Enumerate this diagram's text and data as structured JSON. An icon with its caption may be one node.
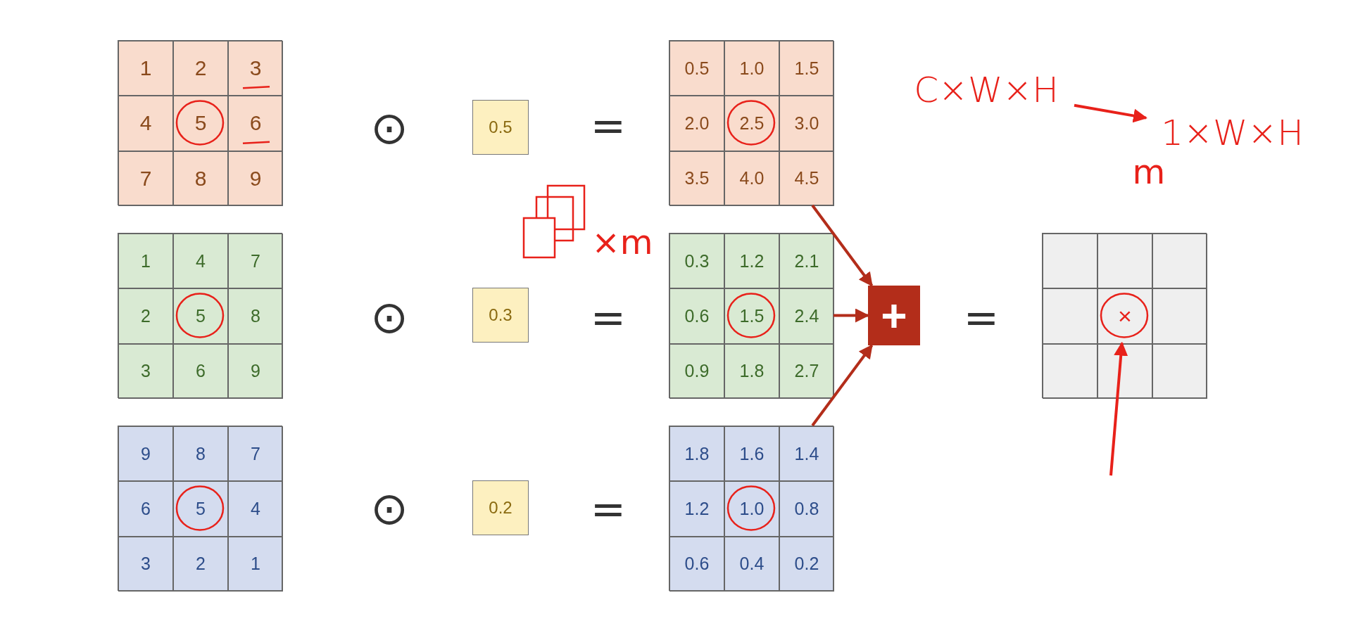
{
  "diagram": {
    "nodes": [
      {
        "text": [],
        "shape": "box"
      },
      {
        "text": [
          "1"
        ],
        "in": 0
      },
      {
        "text": [
          "2"
        ],
        "in": 0
      },
      {
        "text": [
          "3"
        ],
        "in": 0
      },
      {
        "text": [
          "4"
        ],
        "in": 0
      },
      {
        "text": [
          "5"
        ],
        "in": 0
      },
      {
        "text": [
          "6"
        ],
        "in": 0
      },
      {
        "text": [
          "7"
        ],
        "in": 0
      },
      {
        "text": [
          "8"
        ],
        "in": 0
      },
      {
        "text": [
          "9"
        ],
        "in": 0
      },
      {
        "text": [
          "0.5"
        ]
      },
      {
        "text": [],
        "shape": "box"
      },
      {
        "text": [
          "0.5"
        ],
        "in": 11
      },
      {
        "text": [
          "1.0"
        ],
        "in": 11
      },
      {
        "text": [
          "1.5"
        ],
        "in": 11
      },
      {
        "text": [
          "2.0"
        ],
        "in": 11
      },
      {
        "text": [
          "2.5"
        ],
        "in": 11
      },
      {
        "text": [
          "3.0"
        ],
        "in": 11
      },
      {
        "text": [
          "3.5"
        ],
        "in": 11
      },
      {
        "text": [
          "4.0"
        ],
        "in": 11
      },
      {
        "text": [
          "4.5"
        ],
        "in": 11
      },
      {
        "text": [
          "C×W×H"
        ]
      },
      {
        "text": [
          "1×W×H"
        ]
      },
      {
        "text": [],
        "shape": "box"
      },
      {
        "text": [
          "1"
        ],
        "in": 23
      },
      {
        "text": [
          "4"
        ],
        "in": 23
      },
      {
        "text": [
          "7"
        ],
        "in": 23
      },
      {
        "text": [
          "2"
        ],
        "in": 23
      },
      {
        "text": [
          "5"
        ],
        "in": 23
      },
      {
        "text": [
          "8"
        ],
        "in": 23
      },
      {
        "text": [
          "3"
        ],
        "in": 23
      },
      {
        "text": [
          "6"
        ],
        "in": 23
      },
      {
        "text": [
          "9"
        ],
        "in": 23
      },
      {
        "text": [
          "0.3"
        ]
      },
      {
        "text": [],
        "shape": "box"
      },
      {
        "text": [
          "0.3"
        ],
        "in": 34
      },
      {
        "text": [
          "1.2"
        ],
        "in": 34
      },
      {
        "text": [
          "2.1"
        ],
        "in": 34
      },
      {
        "text": [
          "0.6"
        ],
        "in": 34
      },
      {
        "text": [
          "1.5"
        ],
        "in": 34
      },
      {
        "text": [
          "2.4"
        ],
        "in": 34
      },
      {
        "text": [
          "0.9"
        ],
        "in": 34
      },
      {
        "text": [
          "1.8"
        ],
        "in": 34
      },
      {
        "text": [
          "2.7"
        ],
        "in": 34
      },
      {
        "text": [
          "+"
        ]
      },
      {
        "text": [],
        "shape": "box"
      },
      {
        "text": [],
        "shape": "box",
        "in": 45
      },
      {
        "text": [],
        "shape": "box",
        "in": 45
      },
      {
        "text": [],
        "shape": "box",
        "in": 45
      },
      {
        "text": [],
        "shape": "box",
        "in": 45
      },
      {
        "text": [
          "×"
        ],
        "in": 45
      },
      {
        "text": [],
        "shape": "box",
        "in": 45
      },
      {
        "text": [],
        "shape": "box",
        "in": 45
      },
      {
        "text": [],
        "shape": "box",
        "in": 45
      },
      {
        "text": [],
        "shape": "box",
        "in": 45
      },
      {
        "text": [],
        "shape": "box"
      },
      {
        "text": [
          "9"
        ],
        "in": 55
      },
      {
        "text": [
          "8"
        ],
        "in": 55
      },
      {
        "text": [
          "7"
        ],
        "in": 55
      },
      {
        "text": [
          "6"
        ],
        "in": 55
      },
      {
        "text": [
          "5"
        ],
        "in": 55
      },
      {
        "text": [
          "4"
        ],
        "in": 55
      },
      {
        "text": [
          "3"
        ],
        "in": 55
      },
      {
        "text": [
          "2"
        ],
        "in": 55
      },
      {
        "text": [
          "1"
        ],
        "in": 55
      },
      {
        "text": [
          "0.2"
        ]
      },
      {
        "text": [],
        "shape": "box"
      },
      {
        "text": [
          "1.8"
        ],
        "in": 66
      },
      {
        "text": [
          "1.6"
        ],
        "in": 66
      },
      {
        "text": [
          "1.4"
        ],
        "in": 66
      },
      {
        "text": [
          "1.2"
        ],
        "in": 66
      },
      {
        "text": [
          "1.0"
        ],
        "in": 66
      },
      {
        "text": [
          "0.8"
        ],
        "in": 66
      },
      {
        "text": [
          "0.6"
        ],
        "in": 66
      },
      {
        "text": [
          "0.4"
        ],
        "in": 66
      },
      {
        "text": [
          "0.2"
        ],
        "in": 66
      }
    ],
    "edges": [
      {
        "from": 11,
        "to": 44,
        "arrow": "to"
      },
      {
        "from": 34,
        "to": 44,
        "arrow": "to"
      },
      {
        "from": 66,
        "to": 44,
        "arrow": "to"
      },
      {
        "from": 21,
        "to": 22,
        "arrow": "to",
        "color": "#e8211a"
      },
      {
        "from": null,
        "to": 50,
        "arrow": "to",
        "color": "#e8211a"
      }
    ],
    "labels": [
      "⊙",
      "=",
      "m",
      "×m",
      "⊙",
      "=",
      "=",
      "⊙",
      "="
    ]
  }
}
